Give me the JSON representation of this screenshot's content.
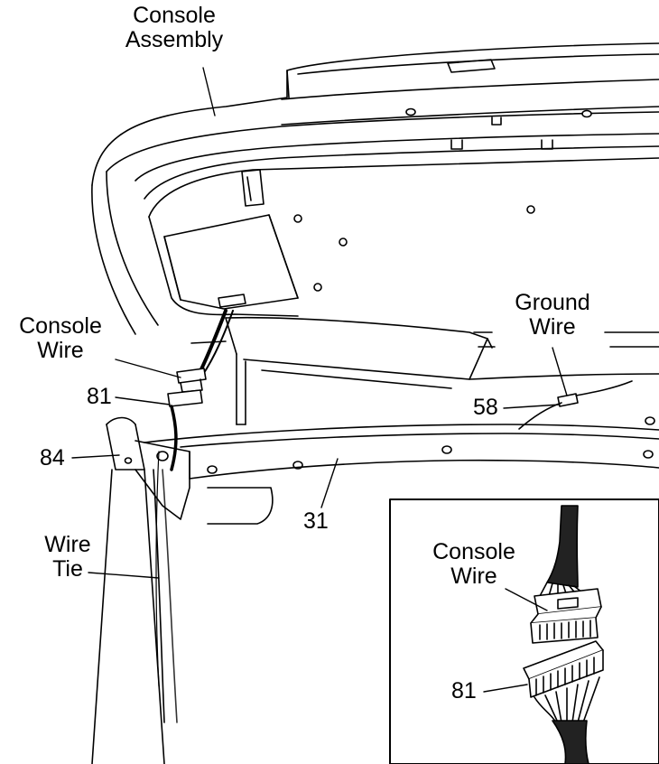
{
  "labels": {
    "console_assembly": [
      "Console",
      "Assembly"
    ],
    "console_wire": [
      "Console",
      "Wire"
    ],
    "ground_wire": [
      "Ground",
      "Wire"
    ],
    "part_81": "81",
    "part_84": "84",
    "part_58": "58",
    "part_31": "31",
    "wire_tie": [
      "Wire",
      "Tie"
    ]
  },
  "inset": {
    "console_wire": [
      "Console",
      "Wire"
    ],
    "part_81": "81"
  },
  "colors": {
    "line": "#000000",
    "fill": "#ffffff",
    "shade": "#3a3a3a"
  }
}
